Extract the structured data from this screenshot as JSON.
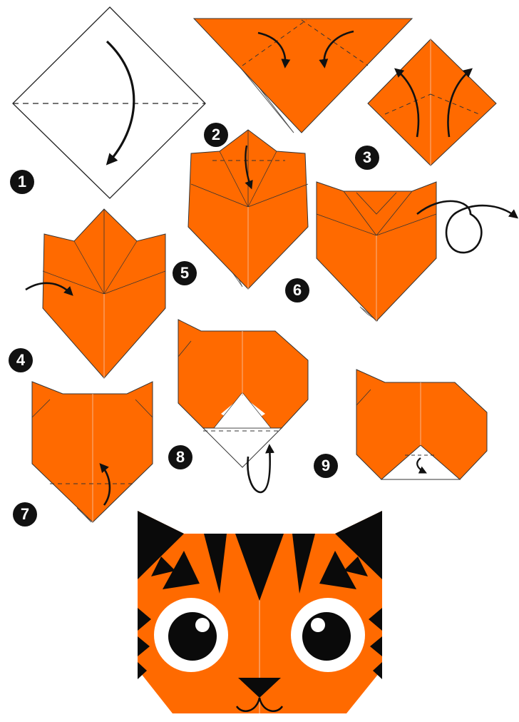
{
  "colors": {
    "paper_orange": "#ff6a00",
    "paper_white": "#ffffff",
    "stripe_black": "#0a0a0a",
    "line": "#1a1a1a",
    "crease_light": "#f7b48a"
  },
  "steps": [
    {
      "number": "1"
    },
    {
      "number": "2"
    },
    {
      "number": "3"
    },
    {
      "number": "4"
    },
    {
      "number": "5"
    },
    {
      "number": "6"
    },
    {
      "number": "7"
    },
    {
      "number": "8"
    },
    {
      "number": "9"
    }
  ]
}
